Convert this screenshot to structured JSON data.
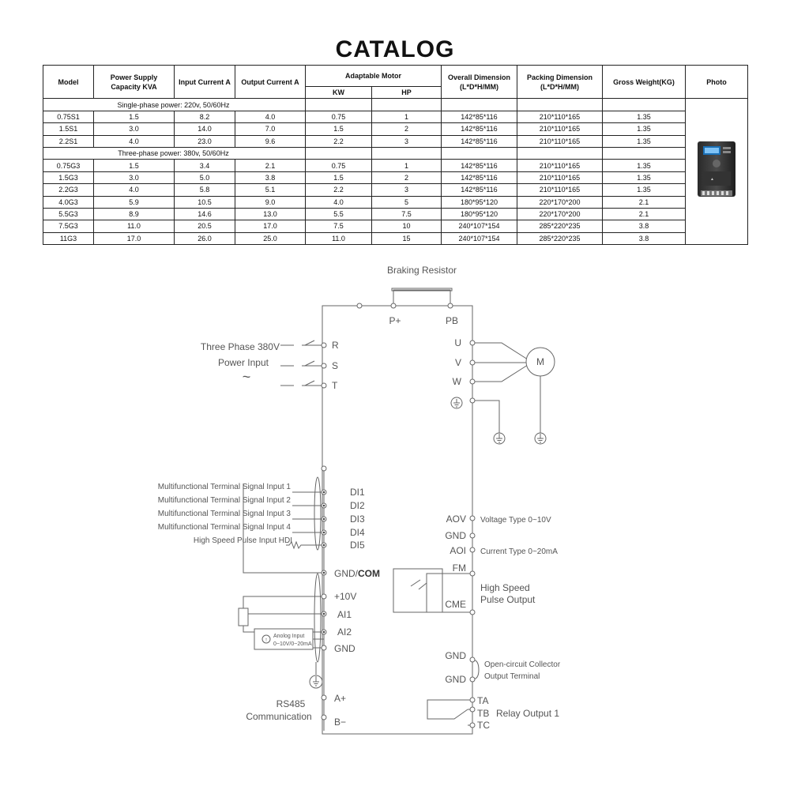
{
  "title": "CATALOG",
  "table": {
    "headers": {
      "model": "Model",
      "power_supply": "Power Supply Capacity KVA",
      "input_current": "Input Current A",
      "output_current": "Output Current A",
      "adaptable_motor": "Adaptable Motor",
      "kw": "KW",
      "hp": "HP",
      "overall_dimension": "Overall Dimension (L*D*H/MM)",
      "packing_dimension": "Packing Dimension (L*D*H/MM)",
      "gross_weight": "Gross Weight(KG)",
      "photo": "Photo"
    },
    "single_phase_label": "Single-phase power: 220v, 50/60Hz",
    "three_phase_label": "Three-phase power:  380v, 50/60Hz",
    "single_phase_rows": [
      [
        "0.75S1",
        "1.5",
        "8.2",
        "4.0",
        "0.75",
        "1",
        "142*85*116",
        "210*110*165",
        "1.35"
      ],
      [
        "1.5S1",
        "3.0",
        "14.0",
        "7.0",
        "1.5",
        "2",
        "142*85*116",
        "210*110*165",
        "1.35"
      ],
      [
        "2.2S1",
        "4.0",
        "23.0",
        "9.6",
        "2.2",
        "3",
        "142*85*116",
        "210*110*165",
        "1.35"
      ]
    ],
    "three_phase_rows": [
      [
        "0.75G3",
        "1.5",
        "3.4",
        "2.1",
        "0.75",
        "1",
        "142*85*116",
        "210*110*165",
        "1.35"
      ],
      [
        "1.5G3",
        "3.0",
        "5.0",
        "3.8",
        "1.5",
        "2",
        "142*85*116",
        "210*110*165",
        "1.35"
      ],
      [
        "2.2G3",
        "4.0",
        "5.8",
        "5.1",
        "2.2",
        "3",
        "142*85*116",
        "210*110*165",
        "1.35"
      ],
      [
        "4.0G3",
        "5.9",
        "10.5",
        "9.0",
        "4.0",
        "5",
        "180*95*120",
        "220*170*200",
        "2.1"
      ],
      [
        "5.5G3",
        "8.9",
        "14.6",
        "13.0",
        "5.5",
        "7.5",
        "180*95*120",
        "220*170*200",
        "2.1"
      ],
      [
        "7.5G3",
        "11.0",
        "20.5",
        "17.0",
        "7.5",
        "10",
        "240*107*154",
        "285*220*235",
        "3.8"
      ],
      [
        "11G3",
        "17.0",
        "26.0",
        "25.0",
        "11.0",
        "15",
        "240*107*154",
        "285*220*235",
        "3.8"
      ]
    ]
  },
  "diagram": {
    "braking_resistor": "Braking Resistor",
    "p_plus": "P+",
    "pb": "PB",
    "three_phase_input_1": "Three Phase 380V",
    "three_phase_input_2": "Power Input",
    "tilde": "~",
    "r": "R",
    "s": "S",
    "t": "T",
    "u": "U",
    "v": "V",
    "w": "W",
    "motor": "M",
    "di_inputs": [
      "Multifunctional Terminal Signal Input 1",
      "Multifunctional Terminal Signal Input 2",
      "Multifunctional Terminal Signal Input 3",
      "Multifunctional Terminal Signal Input 4",
      "High Speed Pulse Input HDI"
    ],
    "di_terminals": [
      "DI1",
      "DI2",
      "DI3",
      "DI4",
      "DI5"
    ],
    "gnd_com_prefix": "GND/",
    "gnd_com_bold": "COM",
    "plus_10v": "+10V",
    "ai1": "AI1",
    "ai2": "AI2",
    "gnd": "GND",
    "analog_input_1": "Anolog Input",
    "analog_input_2": "0~10V/0~20mA",
    "rs485_1": "RS485",
    "rs485_2": "Communication",
    "a_plus": "A+",
    "b_minus": "B−",
    "aov": "AOV",
    "aov_desc": "Voltage Type 0~10V",
    "aoi": "AOI",
    "aoi_desc": "Current Type 0~20mA",
    "fm": "FM",
    "cme": "CME",
    "high_speed_1": "High Speed",
    "high_speed_2": "Pulse Output",
    "open_circuit_1": "Open-circuit Collector",
    "open_circuit_2": "Output Terminal",
    "ta": "TA",
    "tb": "TB",
    "tc": "TC",
    "relay": "Relay Output 1"
  }
}
